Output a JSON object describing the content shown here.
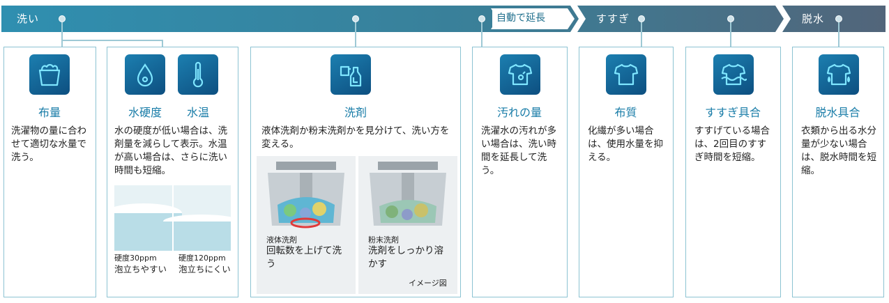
{
  "process_bar": {
    "stages": [
      {
        "label": "洗い"
      },
      {
        "label": "自動で延長"
      },
      {
        "label": "すすぎ"
      },
      {
        "label": "脱水"
      }
    ]
  },
  "cards": [
    {
      "icon": "laundry-basket-icon",
      "title": "布量",
      "body": "洗濯物の量に合わせて適切な水量で洗う。"
    },
    {
      "icon": "water-drop-icon",
      "icon2": "thermometer-icon",
      "title": "水硬度",
      "title2": "水温",
      "body": "水の硬度が低い場合は、洗剤量を減らして表示。水温が高い場合は、さらに洗い時間も短縮。",
      "photo_left_label": "硬度30ppm",
      "photo_left_caption": "泡立ちやすい",
      "photo_right_label": "硬度120ppm",
      "photo_right_caption": "泡立ちにくい"
    },
    {
      "icon": "detergent-bottles-icon",
      "title": "洗剤",
      "body": "液体洗剤か粉末洗剤かを見分けて、洗い方を変える。",
      "left_label": "液体洗剤",
      "left_caption": "回転数を上げて洗う",
      "right_label": "粉末洗剤",
      "right_caption": "洗剤をしっかり溶かす",
      "note": "イメージ図"
    },
    {
      "icon": "stained-shirt-icon",
      "title": "汚れの量",
      "body": "洗濯水の汚れが多い場合は、洗い時間を延長して洗う。"
    },
    {
      "icon": "shirt-icon",
      "title": "布質",
      "body": "化繊が多い場合は、使用水量を抑える。"
    },
    {
      "icon": "shirt-in-water-icon",
      "title": "すすぎ具合",
      "body": "すすげている場合は、2回目のすすぎ時間を短縮。"
    },
    {
      "icon": "dripping-shirt-icon",
      "title": "脱水具合",
      "body": "衣類から出る水分量が少ない場合は、脱水時間を短縮。"
    }
  ],
  "colors": {
    "bar_start": "#2f8fb0",
    "bar_end": "#52657a",
    "card_border": "#8cc3d2",
    "title_blue": "#1a7da8",
    "icon_blue": "#0d4f80"
  }
}
